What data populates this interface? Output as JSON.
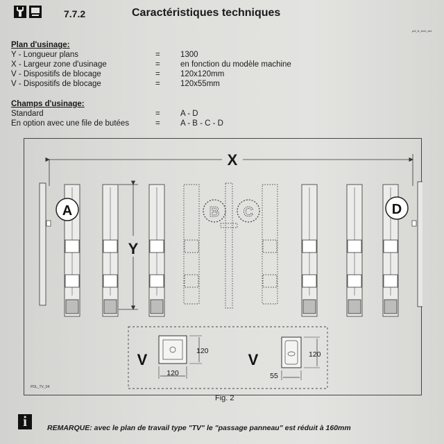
{
  "header": {
    "section_number": "7.7.2",
    "title": "Caractéristiques techniques",
    "ref_code": "pdl_fv_tech_set"
  },
  "plan_usinage": {
    "heading": "Plan d'usinage:",
    "rows": [
      {
        "label": "Y - Longueur plans",
        "eq": "=",
        "value": "1300"
      },
      {
        "label": "X - Largeur zone d'usinage",
        "eq": "=",
        "value": "en fonction du modèle machine"
      },
      {
        "label": "V - Dispositifs de blocage",
        "eq": "=",
        "value": "120x120mm"
      },
      {
        "label": "V - Dispositifs de blocage",
        "eq": "=",
        "value": "120x55mm"
      }
    ]
  },
  "champs_usinage": {
    "heading": "Champs d'usinage:",
    "rows": [
      {
        "label": "Standard",
        "eq": "=",
        "value": "A - D"
      },
      {
        "label": "En option avec une file de butées",
        "eq": "=",
        "value": "A - B - C - D"
      }
    ]
  },
  "figure": {
    "x_label": "X",
    "y_label": "Y",
    "fields": [
      "A",
      "B",
      "C",
      "D"
    ],
    "v_label": "V",
    "dim_120": "120",
    "dim_55": "55",
    "ref": "PDL_TV_04",
    "caption": "Fig. 2"
  },
  "note": {
    "icon": "info-icon",
    "icon_glyph": "i",
    "text": "REMARQUE: avec le plan de travail type \"TV\" le \"passage panneau\" est réduit à 160mm"
  }
}
